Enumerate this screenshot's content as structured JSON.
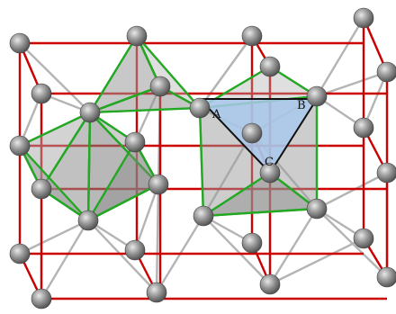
{
  "labels": {
    "a": "A",
    "b": "B",
    "c": "C"
  },
  "colors": {
    "cell_edge": "#cc0000",
    "bond": "#b4b4b4",
    "polyhedron_edge": "#22a822",
    "polyhedron_fill": "#9a9a9a",
    "triangle_fill": "#a9c8ec",
    "triangle_edge": "#111111",
    "atom_fill": "#8a8a8a"
  }
}
